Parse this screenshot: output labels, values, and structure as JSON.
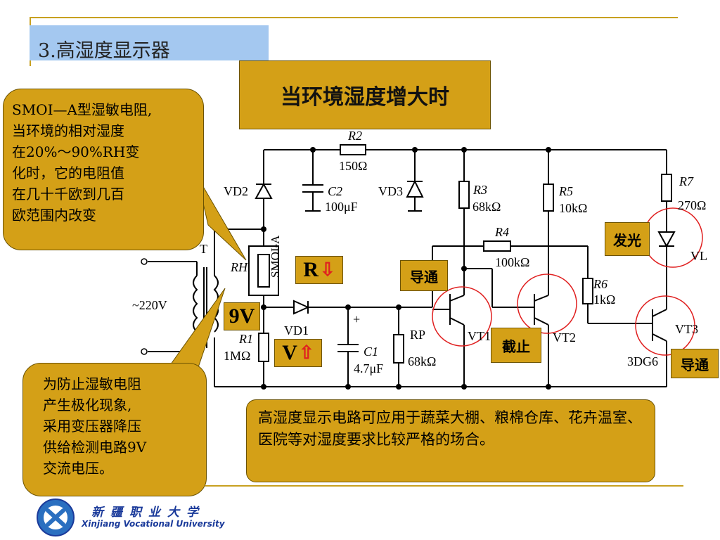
{
  "slide": {
    "title": "3.高湿度显示器",
    "top_callout": "当环境湿度增大时",
    "left_bubble": [
      "SMOI—A型湿敏电阻,",
      "当环境的相对湿度",
      "在20%～90%RH变",
      "化时，它的电阻值",
      "在几十千欧到几百",
      "欧范围内改变"
    ],
    "bottom_bubble": [
      "为防止湿敏电阻",
      "产生极化现象,",
      "采用变压器降压",
      "供给检测电路9V",
      "交流电压。"
    ],
    "note": "高湿度显示电路可应用于蔬菜大棚、粮棉仓库、花卉温室、医院等对湿度要求比较严格的场合。"
  },
  "circuit": {
    "labels": {
      "r2": "R2",
      "r2v": "150Ω",
      "vd2": "VD2",
      "c2": "C2",
      "c2v": "100μF",
      "vd3": "VD3",
      "r3": "R3",
      "r3v": "68kΩ",
      "r5": "R5",
      "r5v": "10kΩ",
      "r7": "R7",
      "r7v": "270Ω",
      "r4": "R4",
      "r4v": "100kΩ",
      "t": "T",
      "rh": "RH",
      "smoi": "SMOI-A",
      "ac": "~220V",
      "r1": "R1",
      "r1v": "1MΩ",
      "vd1": "VD1",
      "plus": "+",
      "c1": "C1",
      "c1v": "4.7μF",
      "rp": "RP",
      "rpv": "68kΩ",
      "vt1": "VT1",
      "vt2": "VT2",
      "r6": "R6",
      "r6v": "1kΩ",
      "vt3": "VT3",
      "model": "3DG6",
      "vl": "VL"
    },
    "tags": {
      "glow": "发光",
      "on1": "导通",
      "off": "截止",
      "on3": "导通",
      "r": "R",
      "nine": "9V",
      "v": "V"
    },
    "arrows": {
      "r": "down",
      "v": "up"
    }
  },
  "logo": {
    "cn": "新疆职业大学",
    "en": "Xinjiang Vocational University"
  },
  "colors": {
    "gold": "#d4a017",
    "title_bg": "#a4c8f0",
    "line": "#c8a020",
    "accent_red": "#e02020"
  }
}
